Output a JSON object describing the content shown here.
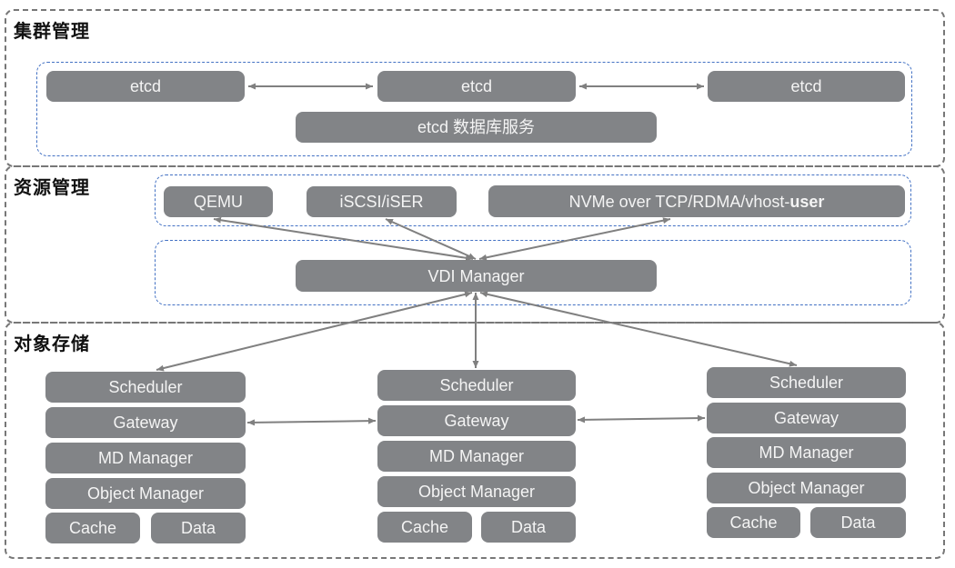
{
  "colors": {
    "box-bg": "#828487",
    "box-text": "#f4f4f4",
    "outer-border": "#777777",
    "inner-border": "#4472c4",
    "arrow": "#808080",
    "title-text": "#111111"
  },
  "sections": {
    "cluster": {
      "title": "集群管理",
      "etcd_nodes": [
        "etcd",
        "etcd",
        "etcd"
      ],
      "db_service": "etcd 数据库服务"
    },
    "resource": {
      "title": "资源管理",
      "qemu": "QEMU",
      "iscsi": "iSCSI/iSER",
      "nvme_prefix": "NVMe over TCP/RDMA/vhost-",
      "nvme_bold": "user",
      "vdi_manager": "VDI Manager"
    },
    "storage": {
      "title": "对象存储",
      "columns": [
        {
          "stack": [
            "Scheduler",
            "Gateway",
            "MD Manager",
            "Object Manager"
          ],
          "cache": "Cache",
          "data": "Data"
        },
        {
          "stack": [
            "Scheduler",
            "Gateway",
            "MD Manager",
            "Object Manager"
          ],
          "cache": "Cache",
          "data": "Data"
        },
        {
          "stack": [
            "Scheduler",
            "Gateway",
            "MD Manager",
            "Object Manager"
          ],
          "cache": "Cache",
          "data": "Data"
        }
      ]
    }
  }
}
